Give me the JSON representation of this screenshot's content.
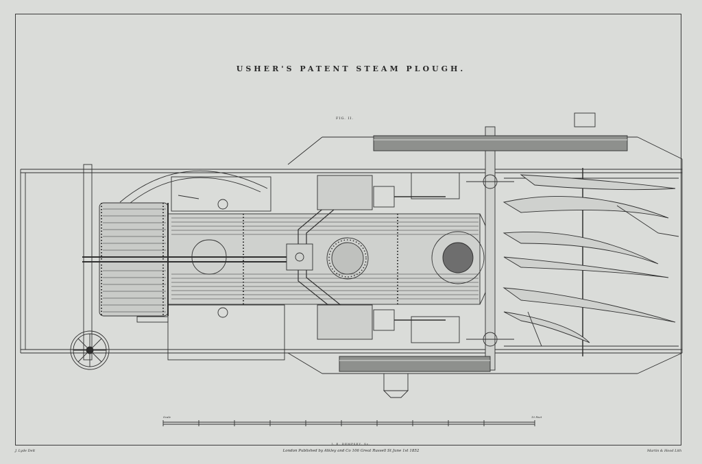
{
  "plate": {
    "title": "USHER'S PATENT STEAM PLOUGH.",
    "figure_label": "FIG. II.",
    "scale_left": "Scale",
    "scale_right": "10 Feet",
    "engraver_line": "J. E. DEMPSEY. Sc.",
    "publisher_line": "London Published by Atkley and Co 106 Great Russell St June 1st 1852",
    "delineator": "J. Lyde Delt",
    "sculptor": "Martin & Hood Lith",
    "ink_color": "#2e2e2e",
    "paper_color": "#dadcd9"
  }
}
